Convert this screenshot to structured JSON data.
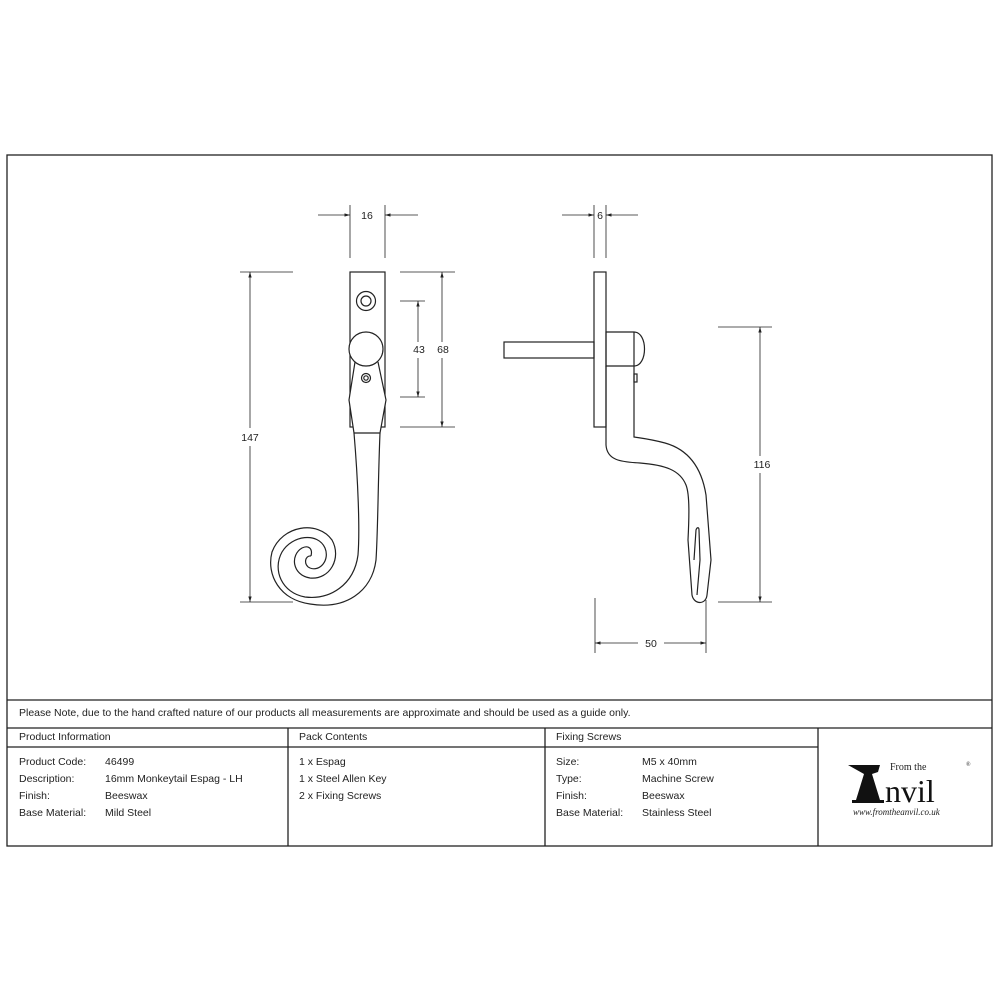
{
  "drawing": {
    "front_view": {
      "width_dim": "16",
      "overall_height_dim": "147",
      "plate_height_dim": "68",
      "fixing_centres_dim": "43"
    },
    "side_view": {
      "plate_thickness_dim": "6",
      "drop_dim": "116",
      "projection_dim": "50"
    }
  },
  "note": "Please Note, due to the hand crafted nature of our products all measurements are approximate and should be used as a guide only.",
  "product_info": {
    "heading": "Product Information",
    "rows": [
      {
        "label": "Product Code:",
        "value": "46499"
      },
      {
        "label": "Description:",
        "value": "16mm Monkeytail Espag - LH"
      },
      {
        "label": "Finish:",
        "value": "Beeswax"
      },
      {
        "label": "Base Material:",
        "value": "Mild Steel"
      }
    ]
  },
  "pack_contents": {
    "heading": "Pack Contents",
    "items": [
      "1 x Espag",
      "1 x Steel Allen Key",
      "2 x Fixing Screws"
    ]
  },
  "fixing_screws": {
    "heading": "Fixing Screws",
    "rows": [
      {
        "label": "Size:",
        "value": "M5 x 40mm"
      },
      {
        "label": "Type:",
        "value": "Machine Screw"
      },
      {
        "label": "Finish:",
        "value": "Beeswax"
      },
      {
        "label": "Base Material:",
        "value": "Stainless Steel"
      }
    ]
  },
  "logo": {
    "small": "From the",
    "brand": "Anvil",
    "url": "www.fromtheanvil.co.uk",
    "registered": "®"
  }
}
